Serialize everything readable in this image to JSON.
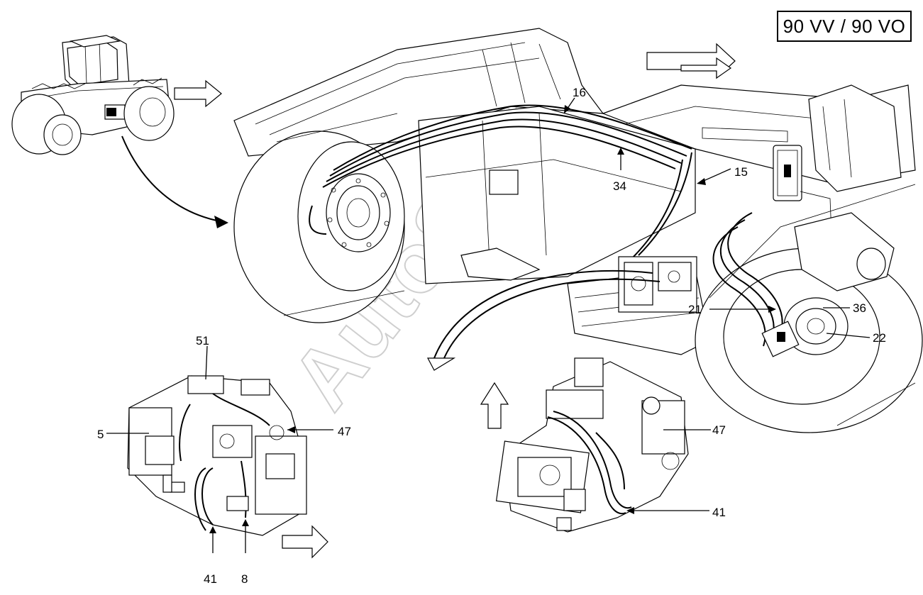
{
  "header": {
    "model_label": "90 VV / 90 VO"
  },
  "watermark": {
    "text": "AutoSoft"
  },
  "callouts": {
    "c16": "16",
    "c34": "34",
    "c15": "15",
    "c21": "21",
    "c36": "36",
    "c22": "22",
    "c51": "51",
    "c5": "5",
    "c47a": "47",
    "c41a": "41",
    "c8": "8",
    "c47b": "47",
    "c41b": "41"
  }
}
